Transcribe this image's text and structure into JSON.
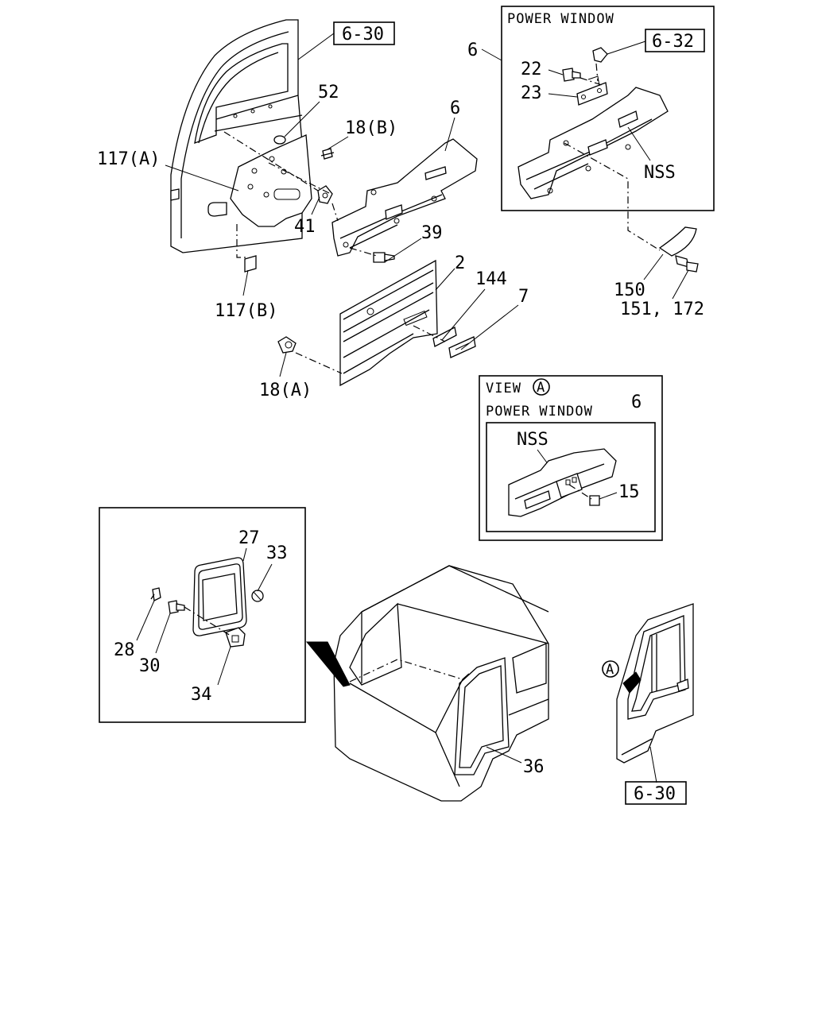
{
  "power_window_top": {
    "header": "POWER WINDOW",
    "labels": {
      "ref_6_32": "6-32",
      "p22": "22",
      "p23": "23",
      "nss": "NSS",
      "p150": "150",
      "p151_172": "151, 172"
    }
  },
  "main_labels": {
    "ref_6_30": "6-30",
    "p52": "52",
    "p18b": "18(B)",
    "p6_left": "6",
    "p6_box": "6",
    "p117a": "117(A)",
    "p41": "41",
    "p39": "39",
    "p117b": "117(B)",
    "p2": "2",
    "p144": "144",
    "p7": "7",
    "p18a": "18(A)"
  },
  "view_a": {
    "view_text": "VIEW",
    "circle_letter": "A",
    "header": "POWER WINDOW",
    "p6": "6",
    "nss": "NSS",
    "p15": "15"
  },
  "seal_detail": {
    "p27": "27",
    "p33": "33",
    "p28": "28",
    "p30": "30",
    "p34": "34"
  },
  "cab": {
    "p36": "36",
    "ref_6_30": "6-30",
    "circle_letter": "A"
  }
}
